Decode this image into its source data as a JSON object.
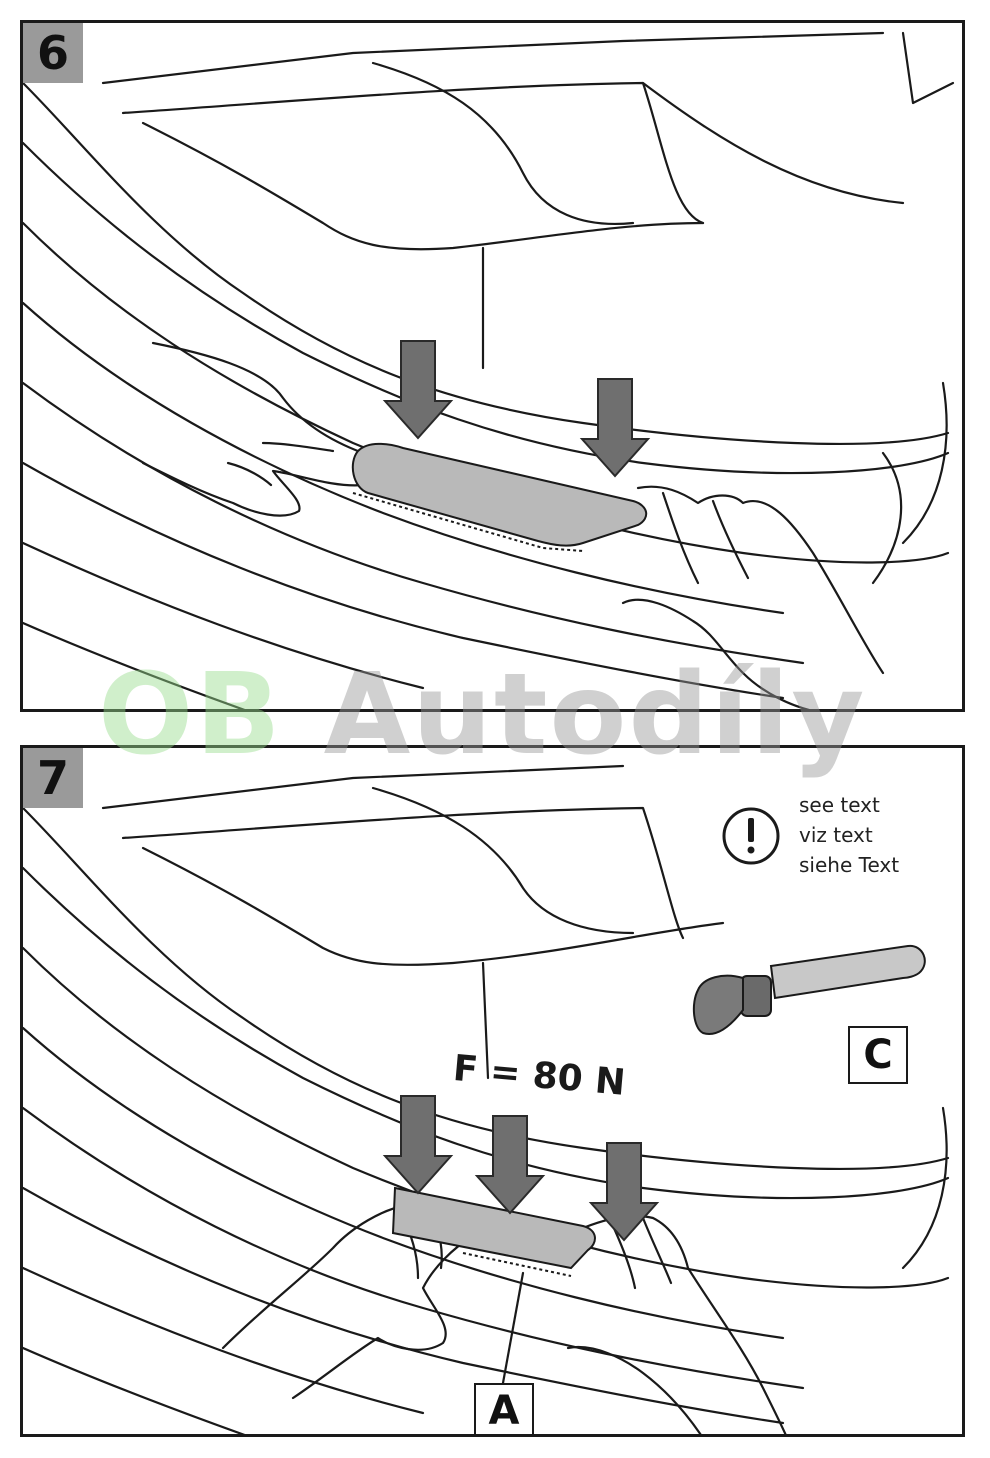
{
  "steps": [
    {
      "number": "6"
    },
    {
      "number": "7"
    }
  ],
  "step7": {
    "note_lines": [
      "see text",
      "viz text",
      "siehe Text"
    ],
    "force_label": "F = 80 N",
    "tool_label": "C",
    "part_label": "A"
  },
  "watermark": {
    "part1": "OB",
    "part2": "Autodíly"
  },
  "icons": [
    "exclamation-circle-icon",
    "down-arrow-icon",
    "roller-tool-icon"
  ],
  "colors": {
    "border": "#1a1a1a",
    "badge": "#9a9a9a",
    "arrow": "#6f6f6f",
    "plate": "#b9b9b9",
    "watermark_green": "#96dc8c",
    "watermark_gray": "#969696"
  }
}
